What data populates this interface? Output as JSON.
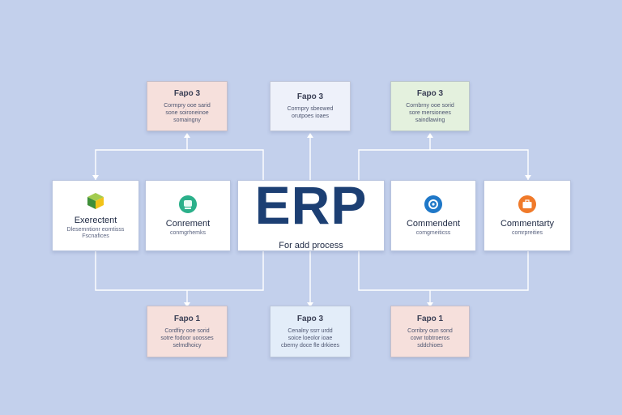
{
  "diagram": {
    "center": {
      "title": "ERP",
      "subtitle": "For add process"
    },
    "top_boxes": [
      {
        "title": "Fapo 3",
        "desc": "Cormpry ooe sarid\nsone soironeinoe\nsomaingny",
        "color": "#f6e0dc"
      },
      {
        "title": "Fapo 3",
        "desc": "Cormpry sbeowed\norutpoes ioaes",
        "color": "#eef1fa"
      },
      {
        "title": "Fapo 3",
        "desc": "Cornbrny ooe sorid\nsore mersionees\nsaindlawing",
        "color": "#e4f1de"
      }
    ],
    "bottom_boxes": [
      {
        "title": "Fapo 1",
        "desc": "Cordfiry ooe sorid\nsotre fodoor uoosses\nselmdhoicy",
        "color": "#f6e0dc"
      },
      {
        "title": "Fapo 3",
        "desc": "Cenalny ssrr urdd\nsoice loeolor ioae\ncberny doce fle drkiees",
        "color": "#e3edf9"
      },
      {
        "title": "Fapo 1",
        "desc": "Corribry oun sond\ncowr tobtroeros\nsddchioes",
        "color": "#f6e0dc"
      }
    ],
    "modules": [
      {
        "name": "Exerectent",
        "desc": "Dlesemntionr eomtisss\nFscnafices",
        "icon": "cube-icon",
        "icon_color": "#7ab648"
      },
      {
        "name": "Conrement",
        "desc": "conmgrhemks",
        "icon": "chat-icon",
        "icon_color": "#2bb08a"
      },
      {
        "name": "Commendent",
        "desc": "comgmeiticss",
        "icon": "gear-icon",
        "icon_color": "#1f78c8"
      },
      {
        "name": "Commentarty",
        "desc": "comrpreities",
        "icon": "briefcase-icon",
        "icon_color": "#f07a2a"
      }
    ],
    "line_color": "#ffffff"
  }
}
